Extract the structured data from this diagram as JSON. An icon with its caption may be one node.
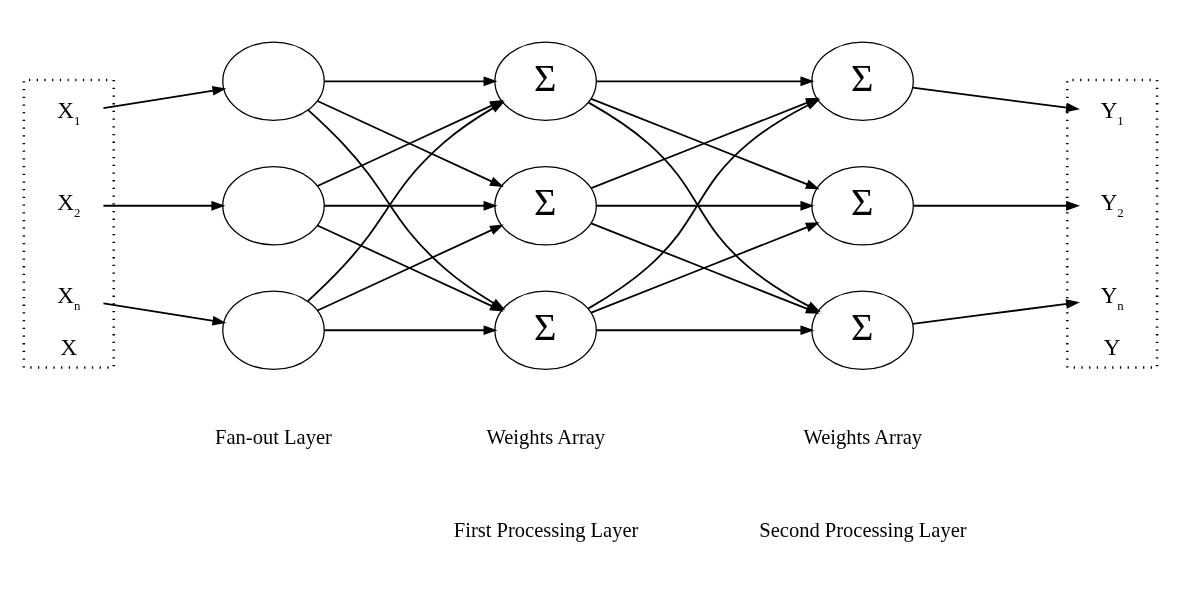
{
  "diagram": {
    "nodes": [
      {
        "text": [
          "X"
        ]
      },
      {
        "text": [
          "X$_{1}$"
        ],
        "in": 0
      },
      {
        "text": [
          "X$_{2}$"
        ],
        "in": 0
      },
      {
        "text": [
          "X$_{n}$"
        ],
        "in": 0
      },
      {
        "text": [],
        "shape": "ellipse"
      },
      {
        "text": [],
        "shape": "ellipse"
      },
      {
        "text": [],
        "shape": "ellipse"
      },
      {
        "text": [
          "Σ"
        ]
      },
      {
        "text": [
          "Σ"
        ]
      },
      {
        "text": [
          "Σ"
        ]
      },
      {
        "text": [
          "Σ"
        ]
      },
      {
        "text": [
          "Σ"
        ]
      },
      {
        "text": [
          "Σ"
        ]
      },
      {
        "text": [
          "Y"
        ]
      },
      {
        "text": [
          "Y$_{1}$"
        ],
        "in": 13
      },
      {
        "text": [
          "Y$_{2}$"
        ],
        "in": 13
      },
      {
        "text": [
          "Y$_{n}$"
        ],
        "in": 13
      }
    ],
    "edges": [
      {
        "from": 1,
        "to": 4,
        "arrow": "to"
      },
      {
        "from": 2,
        "to": 5,
        "arrow": "to"
      },
      {
        "from": 3,
        "to": 6,
        "arrow": "to"
      },
      {
        "from": 4,
        "to": 7,
        "arrow": "to"
      },
      {
        "from": 4,
        "to": 8,
        "arrow": "to"
      },
      {
        "from": 4,
        "to": 9,
        "arrow": "to"
      },
      {
        "from": 5,
        "to": 7,
        "arrow": "to"
      },
      {
        "from": 5,
        "to": 8,
        "arrow": "to"
      },
      {
        "from": 5,
        "to": 9,
        "arrow": "to"
      },
      {
        "from": 6,
        "to": 7,
        "arrow": "to"
      },
      {
        "from": 6,
        "to": 8,
        "arrow": "to"
      },
      {
        "from": 6,
        "to": 9,
        "arrow": "to"
      },
      {
        "from": 7,
        "to": 10,
        "arrow": "to"
      },
      {
        "from": 7,
        "to": 11,
        "arrow": "to"
      },
      {
        "from": 7,
        "to": 12,
        "arrow": "to"
      },
      {
        "from": 8,
        "to": 10,
        "arrow": "to"
      },
      {
        "from": 8,
        "to": 11,
        "arrow": "to"
      },
      {
        "from": 8,
        "to": 12,
        "arrow": "to"
      },
      {
        "from": 9,
        "to": 10,
        "arrow": "to"
      },
      {
        "from": 9,
        "to": 11,
        "arrow": "to"
      },
      {
        "from": 9,
        "to": 12,
        "arrow": "to"
      },
      {
        "from": 10,
        "to": 14,
        "arrow": "to"
      },
      {
        "from": 11,
        "to": 15,
        "arrow": "to"
      },
      {
        "from": 12,
        "to": 16,
        "arrow": "to"
      }
    ],
    "labels": [
      "Weights Array",
      "Weights Array",
      "Fan-out Layer",
      "First Processing Layer",
      "Second Processing Layer"
    ]
  }
}
